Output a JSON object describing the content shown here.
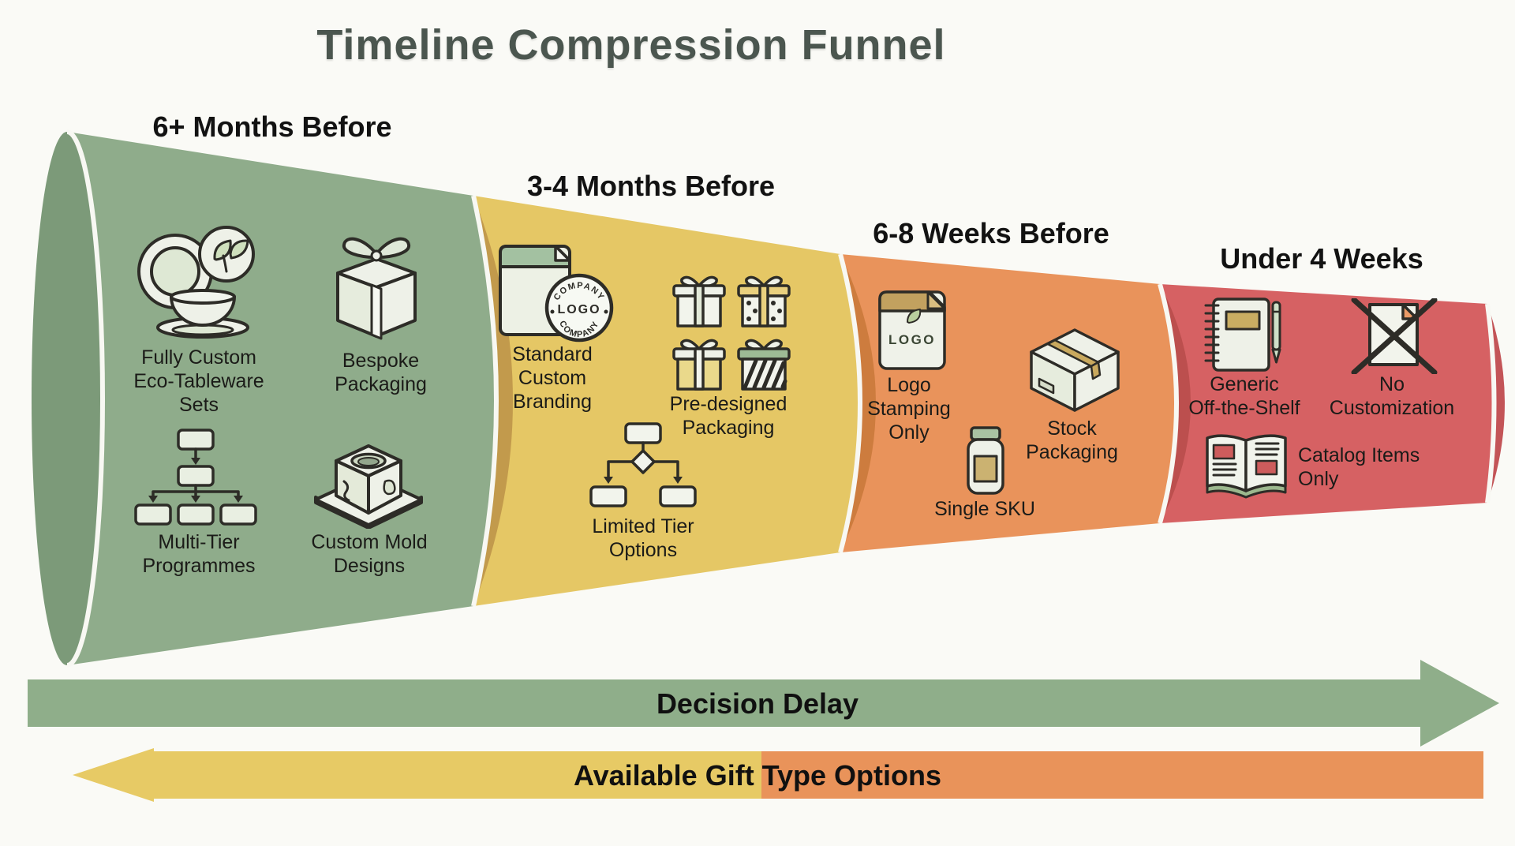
{
  "title": "Timeline Compression Funnel",
  "stages": [
    {
      "header": "6+ Months Before",
      "color": "#8fac8b",
      "items": [
        {
          "icon": "eco-tableware-icon",
          "label": "Fully Custom\nEco-Tableware\nSets"
        },
        {
          "icon": "bespoke-gift-icon",
          "label": "Bespoke\nPackaging"
        },
        {
          "icon": "org-chart-icon",
          "label": "Multi-Tier\nProgrammes"
        },
        {
          "icon": "mold-icon",
          "label": "Custom Mold\nDesigns"
        }
      ]
    },
    {
      "header": "3-4 Months Before",
      "color": "#e5c765",
      "items": [
        {
          "icon": "branding-doc-stamp-icon",
          "label": "Standard\nCustom\nBranding"
        },
        {
          "icon": "gift-grid-icon",
          "label": "Pre-designed\nPackaging"
        },
        {
          "icon": "tier-flowchart-icon",
          "label": "Limited Tier\nOptions"
        }
      ]
    },
    {
      "header": "6-8 Weeks Before",
      "color": "#e9935b",
      "items": [
        {
          "icon": "logo-doc-icon",
          "label": "Logo\nStamping\nOnly"
        },
        {
          "icon": "stock-box-icon",
          "label": "Stock\nPackaging"
        },
        {
          "icon": "jar-icon",
          "label": "Single SKU"
        }
      ]
    },
    {
      "header": "Under 4 Weeks",
      "color": "#d66163",
      "items": [
        {
          "icon": "notebook-pen-icon",
          "label": "Generic\nOff-the-Shelf"
        },
        {
          "icon": "no-customization-icon",
          "label": "No\nCustomization"
        },
        {
          "icon": "catalog-book-icon",
          "label": "Catalog Items\nOnly"
        }
      ]
    }
  ],
  "stamp": {
    "top": "COMPANY",
    "center": "LOGO",
    "bottom": "COMPANY"
  },
  "logo_doc": {
    "text": "LOGO"
  },
  "arrows": [
    {
      "label": "Decision Delay",
      "color": "#8fae8a",
      "direction": "right"
    },
    {
      "label": "Available Gift Type Options",
      "color_left": "#e7ca65",
      "color_right": "#e9935a",
      "direction": "left"
    }
  ],
  "colors": {
    "stage1": "#8fac8b",
    "stage1_cap": "#7c9a79",
    "stage2": "#e5c765",
    "stage2_shade": "#c29a4c",
    "stage3": "#e9935b",
    "stage3_shade": "#cd7c3e",
    "stage4": "#d66163",
    "stage4_shade": "#bc4f4e",
    "stage4_cap": "#c35457",
    "title": "#4b564f",
    "divider": "#f8f8f3"
  }
}
